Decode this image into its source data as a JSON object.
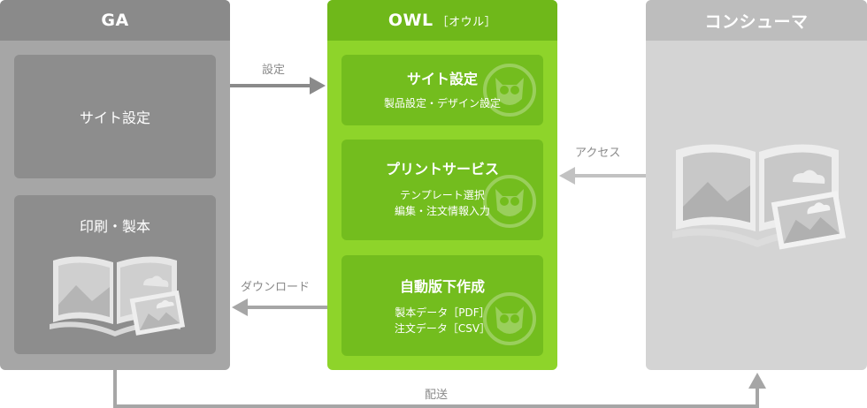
{
  "columns": {
    "ga": {
      "title": "GA"
    },
    "owl": {
      "title": "OWL",
      "title_suffix": "［オウル］"
    },
    "consumer": {
      "title": "コンシューマ"
    }
  },
  "ga_boxes": {
    "site_setting": "サイト設定",
    "print_binding": "印刷・製本"
  },
  "owl_boxes": [
    {
      "title": "サイト設定",
      "lines": [
        "製品設定・デザイン設定"
      ]
    },
    {
      "title": "プリントサービス",
      "lines": [
        "テンプレート選択",
        "編集・注文情報入力"
      ]
    },
    {
      "title": "自動版下作成",
      "lines": [
        "製本データ［PDF］",
        "注文データ［CSV］"
      ]
    }
  ],
  "arrows": {
    "setting": "設定",
    "download": "ダウンロード",
    "access": "アクセス",
    "delivery": "配送"
  },
  "colors": {
    "gray_dark": "#8a8a8a",
    "gray_mid": "#a6a6a6",
    "green_main": "#8ed42a",
    "green_dark": "#6fb81a",
    "light_gray": "#d4d4d4"
  },
  "icons": [
    "open-book-icon",
    "photo-icon",
    "owl-icon",
    "arrow-right-icon",
    "arrow-left-icon",
    "arrow-up-icon"
  ]
}
